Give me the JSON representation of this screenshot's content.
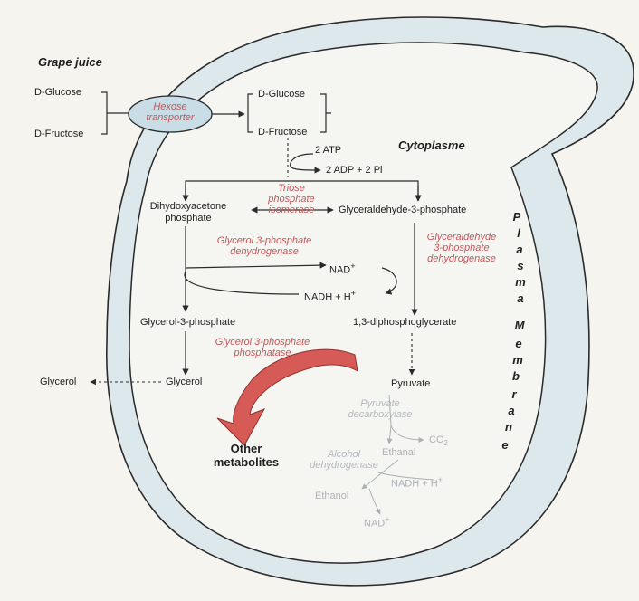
{
  "title": "Grape juice",
  "inputs": {
    "glucose": "D-Glucose",
    "fructose": "D-Fructose"
  },
  "transporter": [
    "Hexose",
    "transporter"
  ],
  "internal": {
    "glucose": "D-Glucose",
    "fructose": "D-Fructose"
  },
  "region_label": "Cytoplasme",
  "atp": "2 ATP",
  "adp": "2 ADP + 2 Pi",
  "dhap": [
    "Dihydoxyacetone",
    "phosphate"
  ],
  "tpi": [
    "Triose",
    "phosphate",
    "isomerase"
  ],
  "g3p": "Glyceraldehyde-3-phosphate",
  "gpd_enzyme": [
    "Glycerol 3-phosphate",
    "dehydrogenase"
  ],
  "gapdh_enzyme": [
    "Glyceraldehyde",
    "3-phosphate",
    "dehydrogenase"
  ],
  "nad": "NAD",
  "nadh": "NADH + H",
  "plus": "+",
  "glycerol3p": "Glycerol-3-phosphate",
  "bpg": "1,3-diphosphoglycerate",
  "gpp_enzyme": [
    "Glycerol 3-phosphate",
    "phosphatase"
  ],
  "glycerol_out": "Glycerol",
  "glycerol_in": "Glycerol",
  "pyruvate": "Pyruvate",
  "pdc_enzyme": [
    "Pyruvate",
    "decarboxylase"
  ],
  "co2": "CO",
  "co2_sub": "2",
  "ethanal": "Ethanal",
  "adh_enzyme": [
    "Alcohol",
    "dehydrogenase"
  ],
  "nadh2": "NADH + H",
  "ethanol": "Ethanol",
  "nad2": "NAD",
  "other": [
    "Other",
    "metabolites"
  ],
  "membrane": [
    "P",
    "l",
    "a",
    "s",
    "m",
    "a",
    "M",
    "e",
    "m",
    "b",
    "r",
    "a",
    "n",
    "e"
  ],
  "colors": {
    "cell_fill": "#dde8ec",
    "outline": "#2a2a2a",
    "enzyme_red": "#c2575a",
    "arrow_red": "#d65a55",
    "faint": "#b4b9be"
  }
}
